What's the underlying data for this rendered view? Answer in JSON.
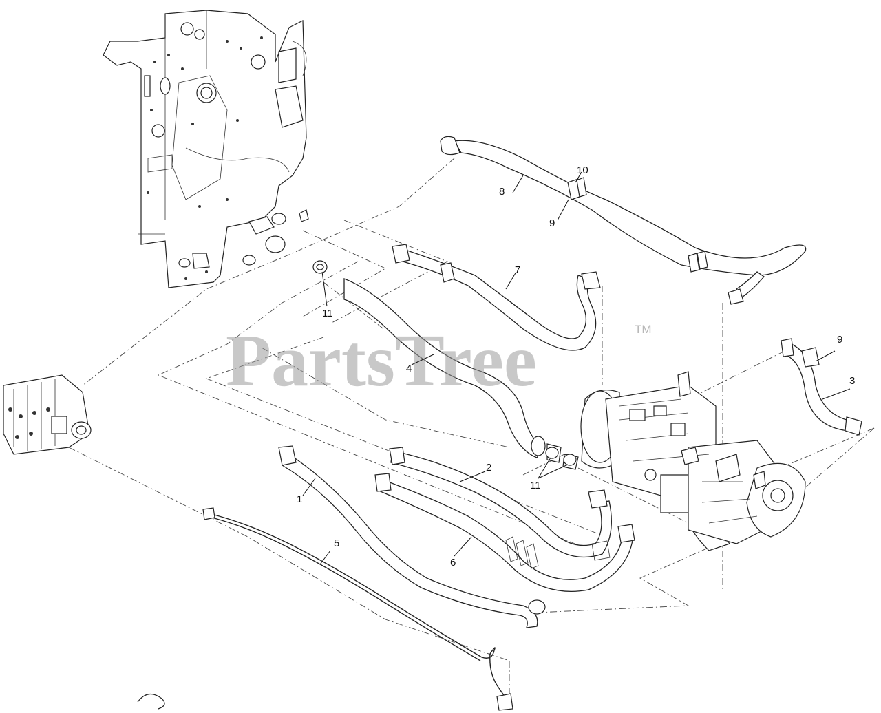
{
  "watermark": {
    "brand": "PartsTree",
    "trademark": "TM"
  },
  "callouts": {
    "c1": "1",
    "c2": "2",
    "c3": "3",
    "c4": "4",
    "c5": "5",
    "c6": "6",
    "c7": "7",
    "c8": "8",
    "c9a": "9",
    "c9b": "9",
    "c10": "10",
    "c11a": "11",
    "c11b": "11"
  }
}
